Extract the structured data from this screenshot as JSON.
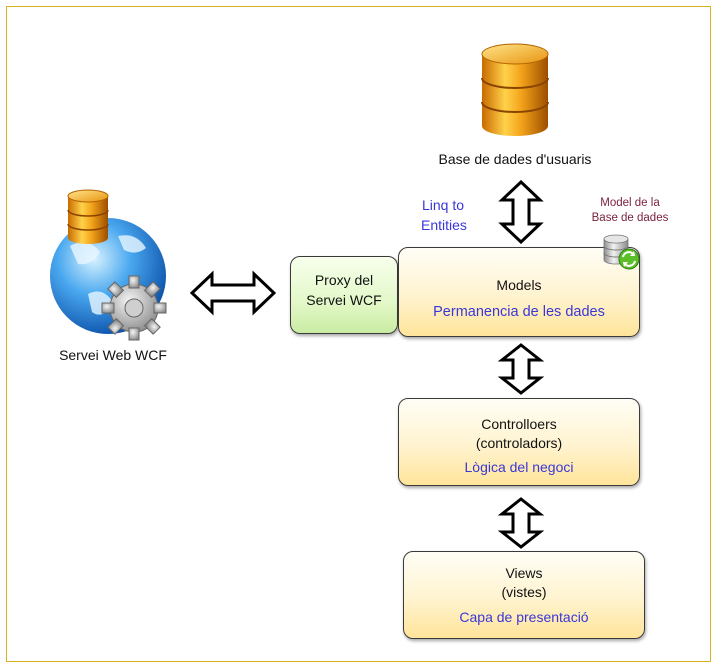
{
  "database": {
    "label": "Base de dades d'usuaris"
  },
  "linq": {
    "line1": "Linq to",
    "line2": "Entities"
  },
  "model_db": {
    "line1": "Model de la",
    "line2": "Base de dades"
  },
  "service": {
    "label": "Servei Web WCF"
  },
  "proxy": {
    "line1": "Proxy del",
    "line2": "Servei WCF"
  },
  "models": {
    "title": "Models",
    "subtitle": "Permanencia de les dades"
  },
  "controllers": {
    "line1": "Controlloers",
    "line2": "(controladors)",
    "subtitle": "Lògica del negoci"
  },
  "views": {
    "line1": "Views",
    "line2": "(vistes)",
    "subtitle": "Capa de presentació"
  },
  "colors": {
    "frame": "#d8b320",
    "box_fill": "#fff3cf",
    "proxy_fill": "#e3f8c8",
    "link_text": "#3a37d8",
    "note_text": "#7a1f3a"
  }
}
